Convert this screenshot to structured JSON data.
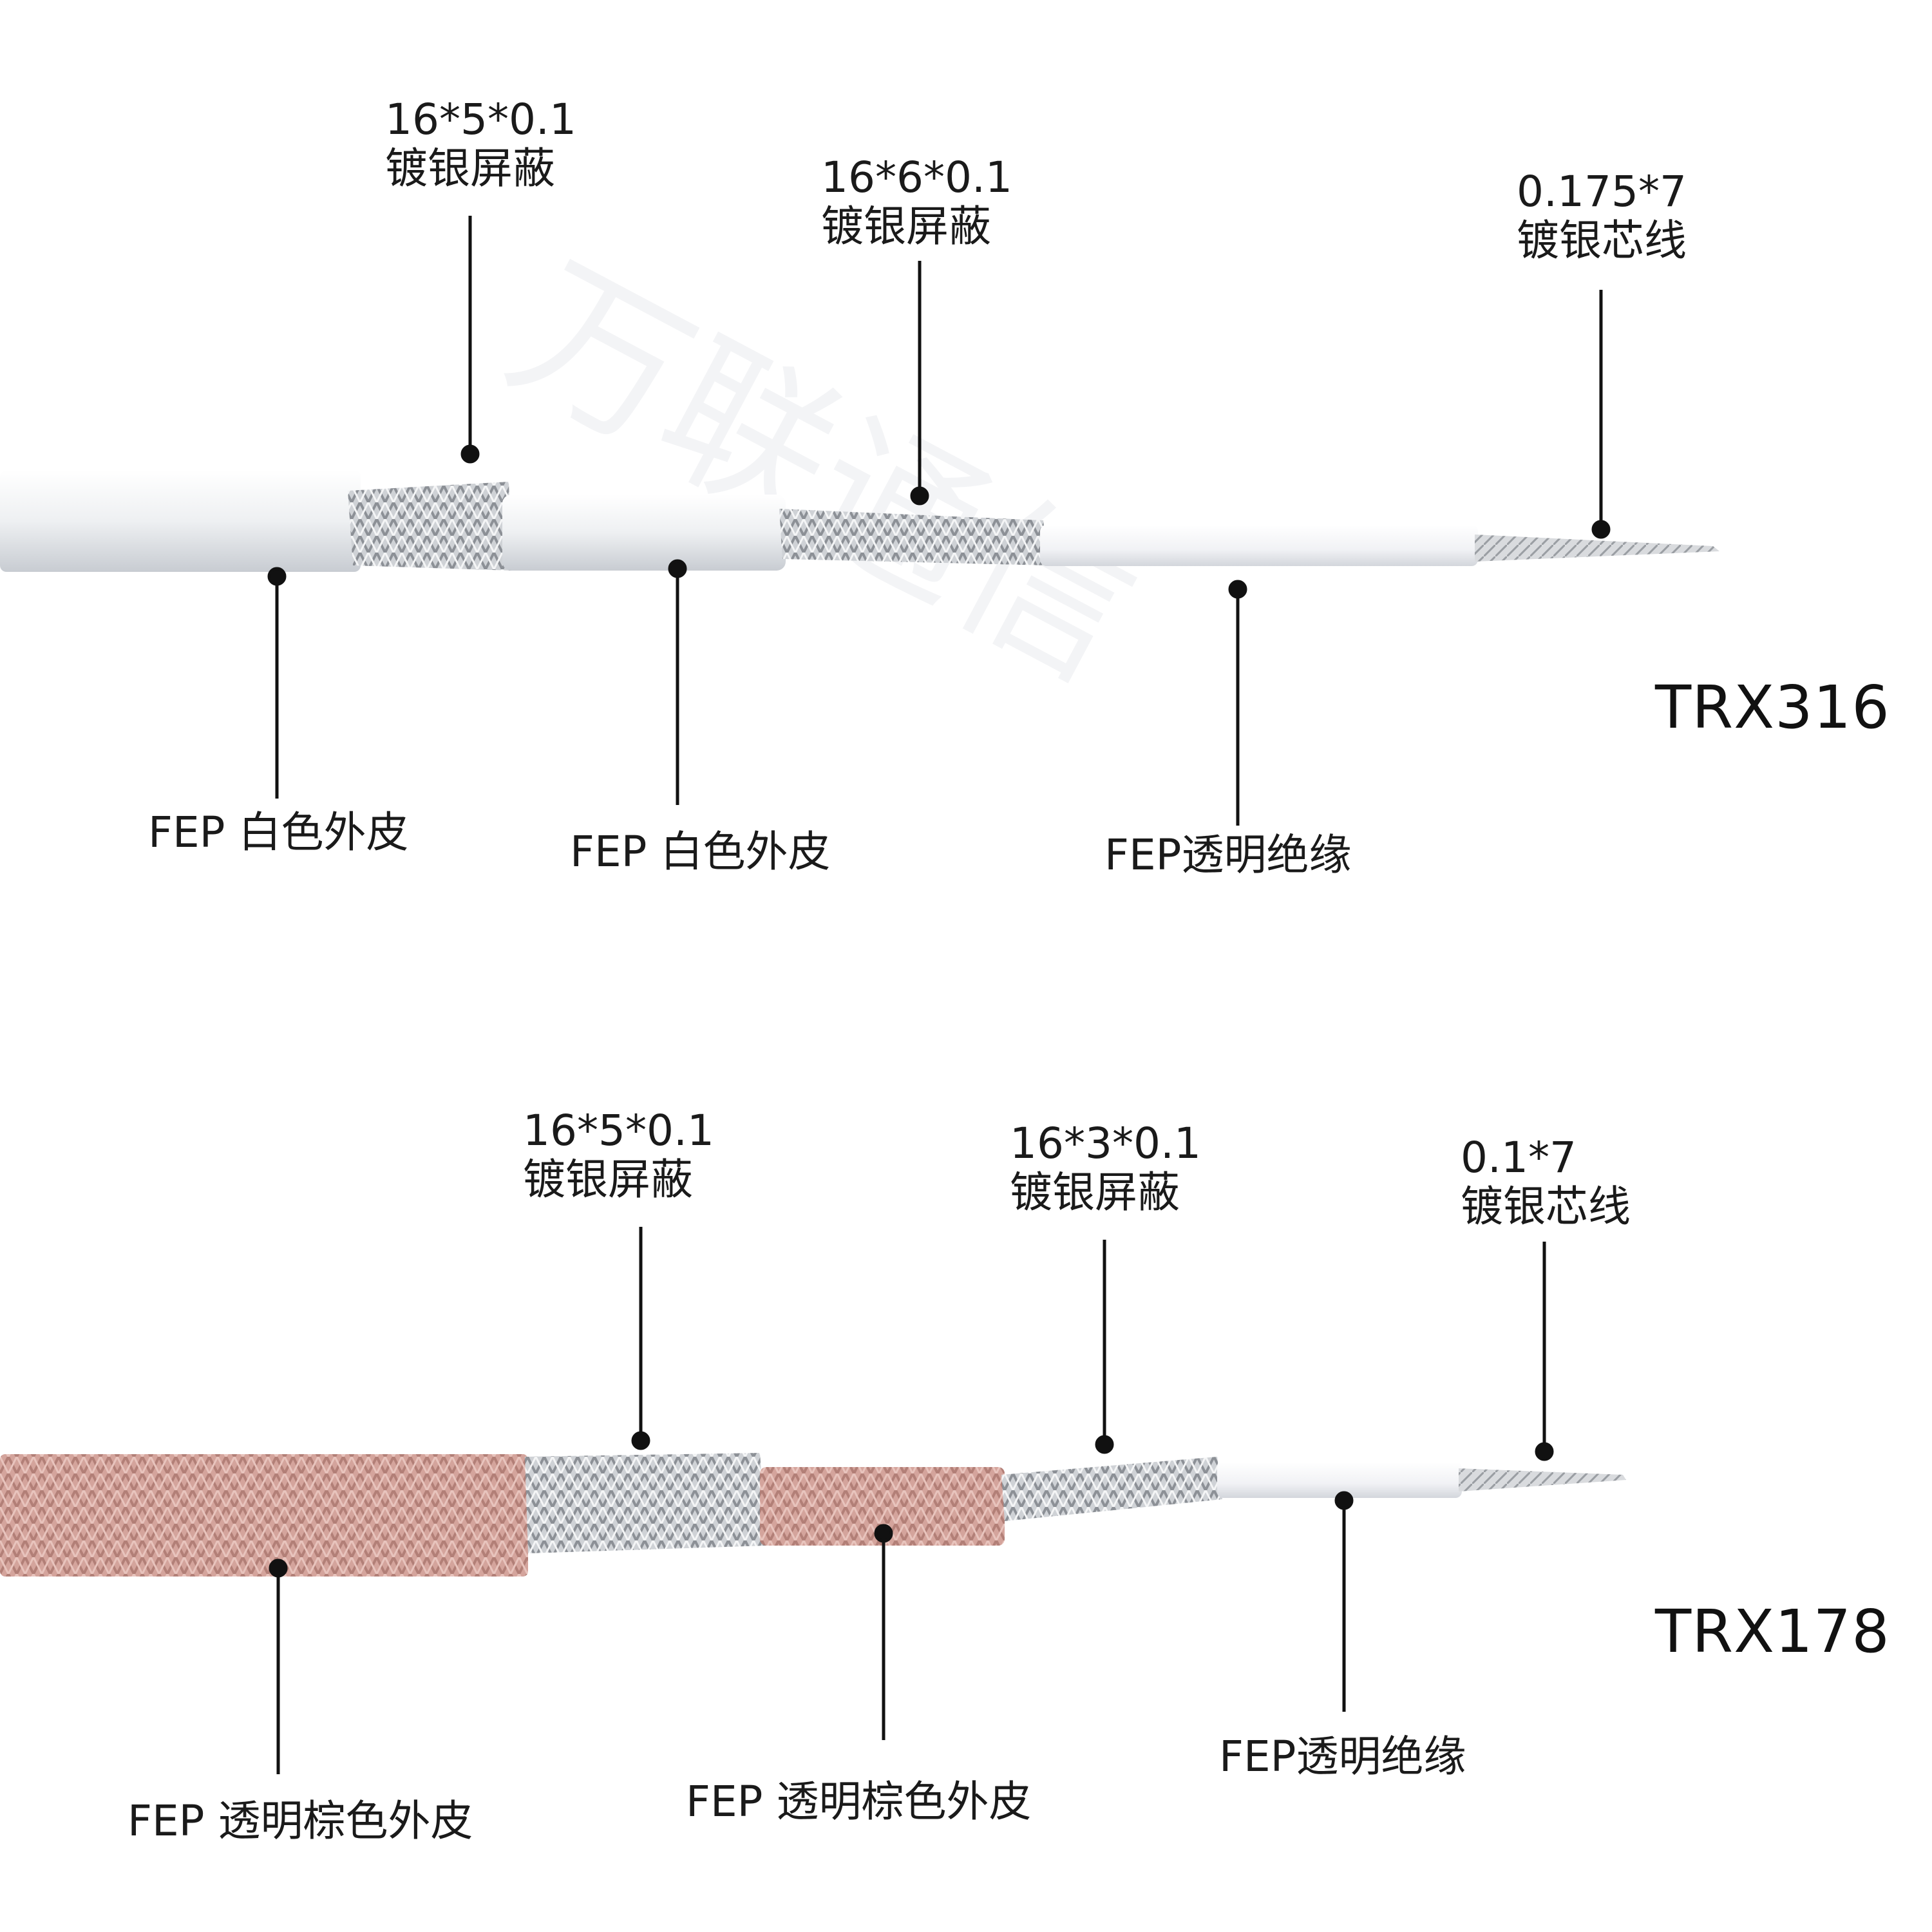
{
  "colors": {
    "white_jacket": "#f2f3f5",
    "brown_jacket": "#d2a29a",
    "braid_silver": "#c9cccf",
    "insulation": "#f8f8fa",
    "leader_line": "#111111"
  },
  "watermark": "万联通信",
  "cables": [
    {
      "model": "TRX316",
      "top_labels": [
        {
          "spec": "16*5*0.1",
          "desc": "镀银屏蔽"
        },
        {
          "spec": "16*6*0.1",
          "desc": "镀银屏蔽"
        },
        {
          "spec": "0.175*7",
          "desc": "镀银芯线"
        }
      ],
      "bottom_labels": [
        "FEP 白色外皮",
        "FEP 白色外皮",
        "FEP透明绝缘"
      ]
    },
    {
      "model": "TRX178",
      "top_labels": [
        {
          "spec": "16*5*0.1",
          "desc": "镀银屏蔽"
        },
        {
          "spec": "16*3*0.1",
          "desc": "镀银屏蔽"
        },
        {
          "spec": "0.1*7",
          "desc": "镀银芯线"
        }
      ],
      "bottom_labels": [
        "FEP 透明棕色外皮",
        "FEP 透明棕色外皮",
        "FEP透明绝缘"
      ]
    }
  ]
}
